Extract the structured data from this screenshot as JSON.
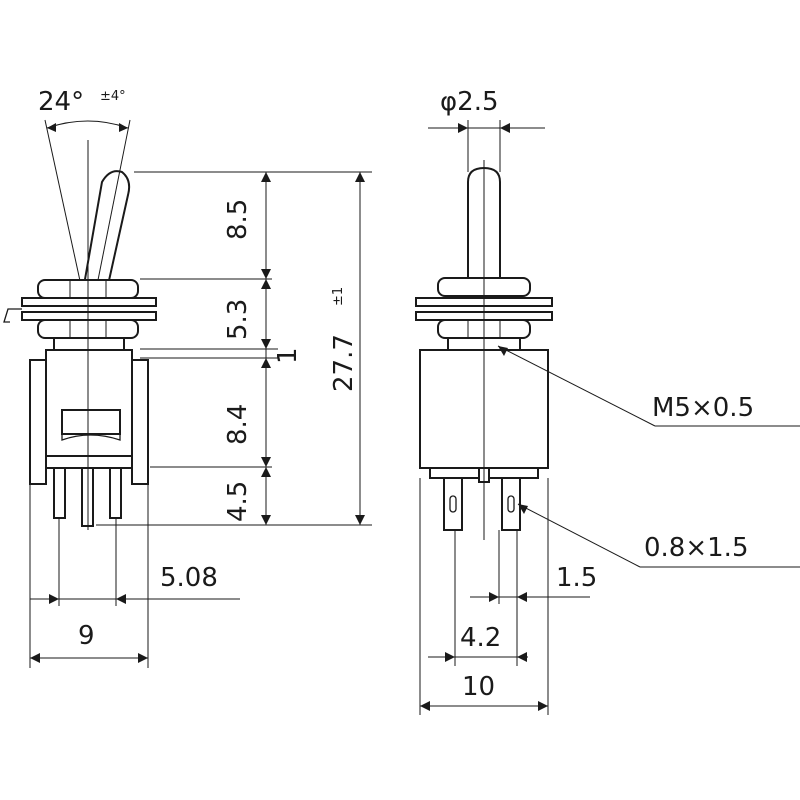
{
  "side_view": {
    "angle": "24°",
    "angle_tol": "±4°",
    "dim_lever": "8.5",
    "dim_bushing": "5.3",
    "dim_body": "8.4",
    "dim_pins": "4.5",
    "dim_gap": "1",
    "dim_total": "27.7",
    "dim_total_tol": "±1",
    "dim_pitch": "5.08",
    "dim_width": "9"
  },
  "front_view": {
    "dim_lever_dia": "φ2.5",
    "thread": "M5×0.5",
    "terminal": "0.8×1.5",
    "dim_pin_offset": "1.5",
    "dim_pin_span": "4.2",
    "dim_width": "10"
  }
}
